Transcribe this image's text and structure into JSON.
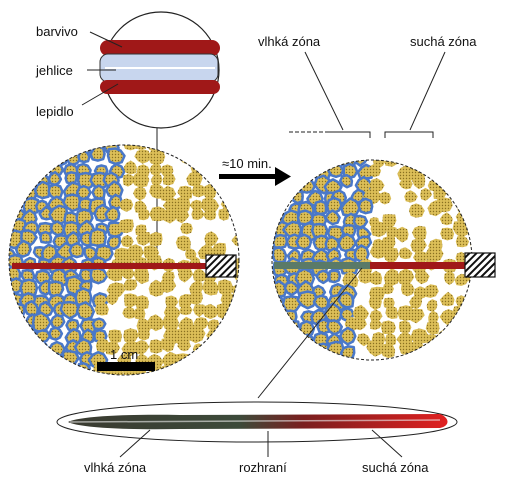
{
  "labels": {
    "dye": "barvivo",
    "needle": "jehlice",
    "glue": "lepidlo",
    "wet_zone_top": "vlhká zóna",
    "dry_zone_top": "suchá zóna",
    "time": "≈10 min.",
    "scale": "1 cm",
    "wet_zone_bottom": "vlhká zóna",
    "interface": "rozhraní",
    "dry_zone_bottom": "suchá zóna"
  },
  "colors": {
    "dye_red": "#a01818",
    "needle_blue": "#c8d6ee",
    "particle_gold": "#d8b850",
    "water_blue": "#4a78c8",
    "wet_green": "#5a7a68",
    "bright_red": "#e01818"
  },
  "icons": {
    "hatch": "hatched-box-icon",
    "arrow": "arrow-right-icon"
  }
}
